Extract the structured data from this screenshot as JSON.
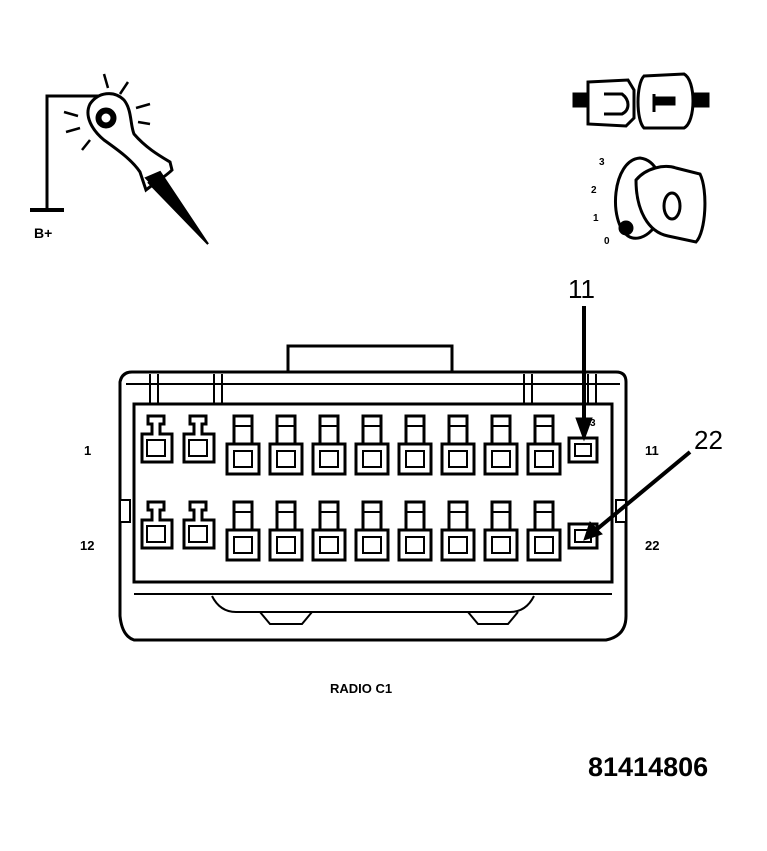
{
  "probe": {
    "label": "B+"
  },
  "ignition": {
    "positions": [
      "3",
      "2",
      "1",
      "0"
    ]
  },
  "connector": {
    "name": "RADIO C1",
    "pin_labels": {
      "top_left": "1",
      "bottom_left": "12",
      "top_right": "11",
      "bottom_right": "22"
    },
    "callouts": {
      "upper": "11",
      "lower": "22"
    },
    "stray_text": "3"
  },
  "figure_id": "81414806"
}
